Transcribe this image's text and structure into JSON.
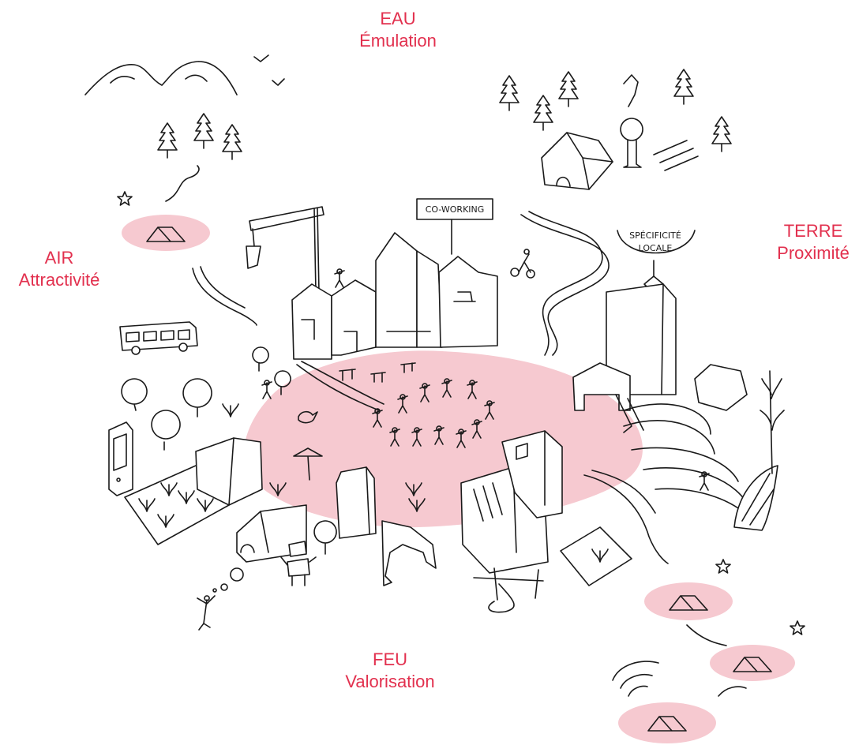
{
  "colors": {
    "accent_text": "#e2304e",
    "blob_fill": "#f6c9d0",
    "ink": "#1a1a1a"
  },
  "elements": {
    "eau": {
      "title": "EAU",
      "subtitle": "Émulation"
    },
    "air": {
      "title": "AIR",
      "subtitle": "Attractivité"
    },
    "terre": {
      "title": "TERRE",
      "subtitle": "Proximité"
    },
    "feu": {
      "title": "FEU",
      "subtitle": "Valorisation"
    }
  },
  "signs": {
    "coworking": "CO-WORKING",
    "specificite_line1": "SPÉCIFICITÉ",
    "specificite_line2": "LOCALE"
  },
  "icons": [
    "mountain-icon",
    "bird-icon",
    "fir-tree-icon",
    "star-icon",
    "house-icon",
    "crane-icon",
    "bus-icon",
    "cyclist-icon",
    "kite-icon",
    "robot-icon",
    "umbrella-icon",
    "vending-machine-icon",
    "wifi-waves-icon"
  ]
}
